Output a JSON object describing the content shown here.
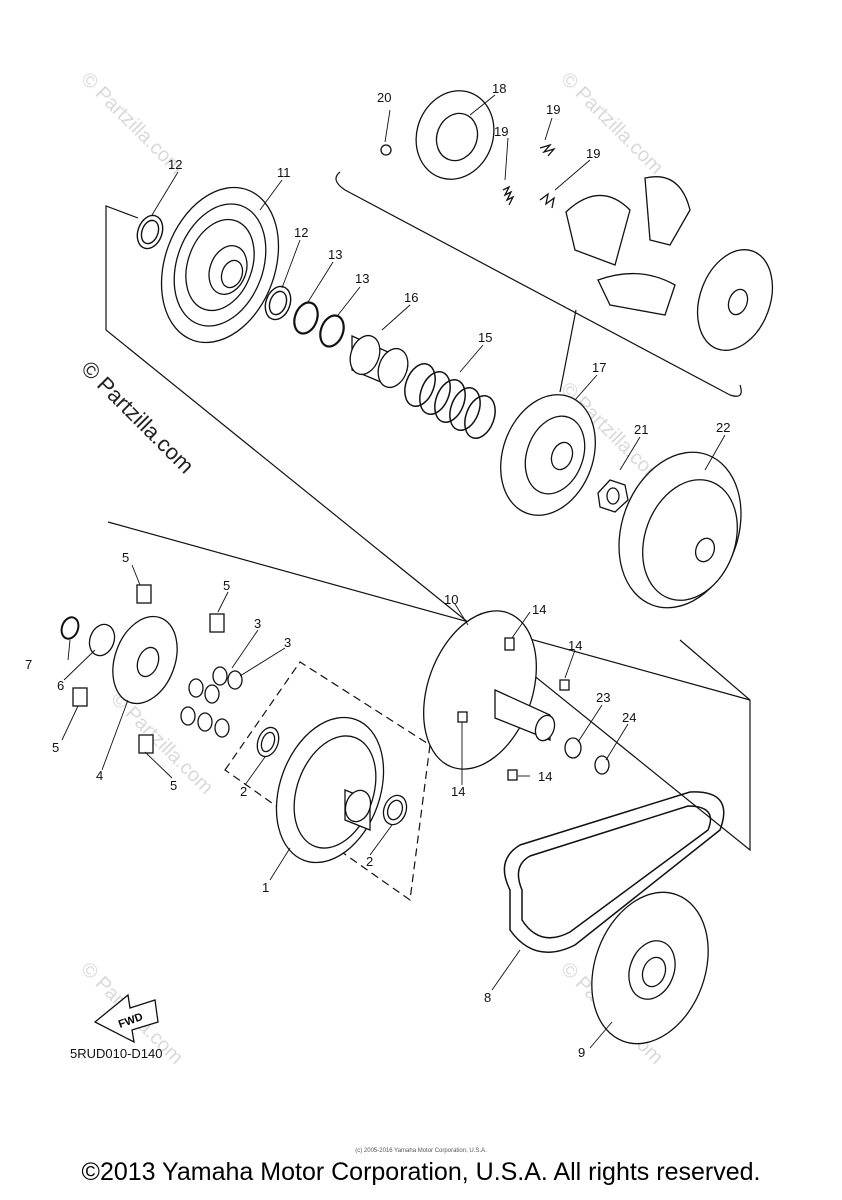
{
  "diagram_code": "5RUD010-D140",
  "fwd_label": "FWD",
  "footer": "©2013 Yamaha Motor Corporation, U.S.A. All rights reserved.",
  "fine_print": "(c) 2005-2016 Yamaha Motor Corporation, U.S.A.",
  "watermark": "© Partzilla.com",
  "watermark_small": "© Partzilla.com",
  "callouts": {
    "c1": "1",
    "c2a": "2",
    "c2b": "2",
    "c3a": "3",
    "c3b": "3",
    "c4": "4",
    "c5a": "5",
    "c5b": "5",
    "c5c": "5",
    "c5d": "5",
    "c6": "6",
    "c7": "7",
    "c8": "8",
    "c9": "9",
    "c10": "10",
    "c11": "11",
    "c12a": "12",
    "c12b": "12",
    "c13a": "13",
    "c13b": "13",
    "c14a": "14",
    "c14b": "14",
    "c14c": "14",
    "c14d": "14",
    "c15": "15",
    "c16": "16",
    "c17": "17",
    "c18": "18",
    "c19a": "19",
    "c19b": "19",
    "c19c": "19",
    "c20": "20",
    "c21": "21",
    "c22": "22",
    "c23": "23",
    "c24": "24"
  }
}
